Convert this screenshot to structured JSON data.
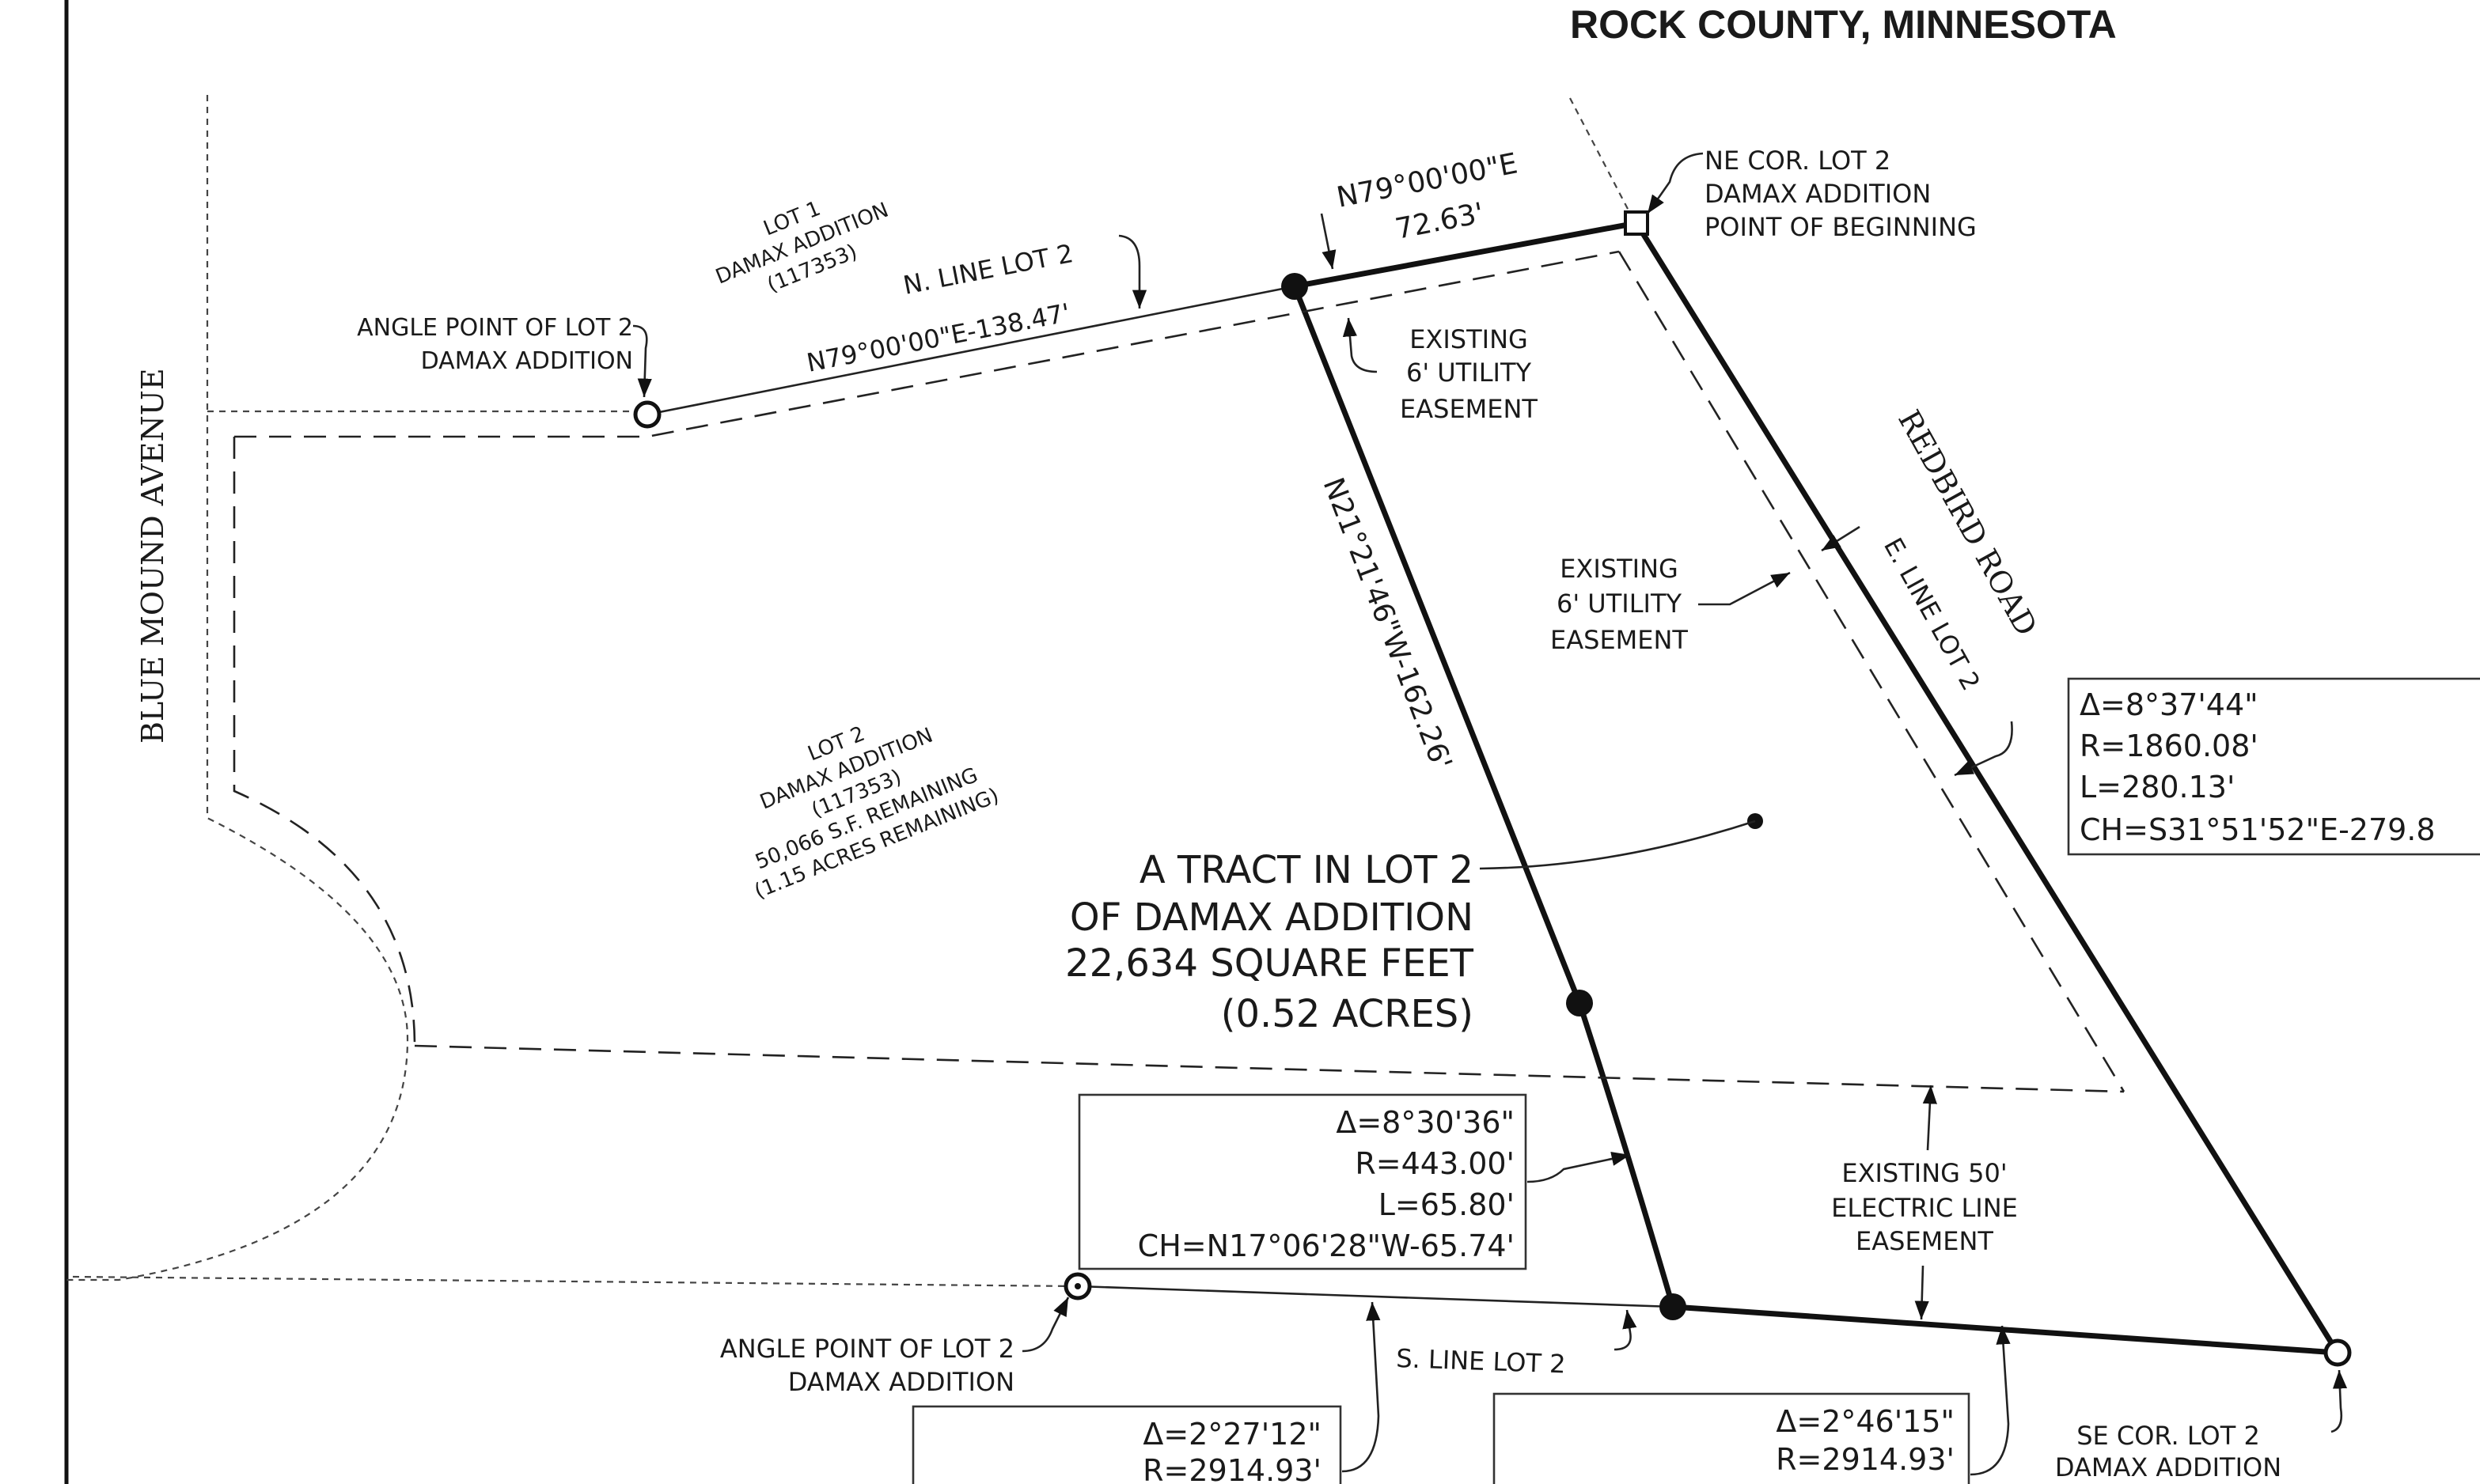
{
  "title": "ROCK COUNTY, MINNESOTA",
  "street_west": "BLUE MOUND AVENUE",
  "street_east": "REDBIRD ROAD",
  "lot1_label": [
    "LOT 1",
    "DAMAX ADDITION",
    "(117353)"
  ],
  "lot2_label": [
    "LOT 2",
    "DAMAX ADDITION",
    "(117353)",
    "50,066 S.F. REMAINING",
    "(1.15 ACRES REMAINING)"
  ],
  "tract": [
    "A TRACT IN LOT 2",
    "OF DAMAX ADDITION",
    "22,634 SQUARE FEET",
    "(0.52 ACRES)"
  ],
  "ne_corner": [
    "NE COR. LOT 2",
    "DAMAX ADDITION",
    "POINT OF BEGINNING"
  ],
  "angle_point_north": [
    "ANGLE POINT OF LOT 2",
    "DAMAX ADDITION"
  ],
  "angle_point_south": [
    "ANGLE POINT OF LOT 2",
    "DAMAX ADDITION"
  ],
  "se_corner": [
    "SE COR. LOT 2",
    "DAMAX ADDITION"
  ],
  "north_line": "N. LINE LOT 2",
  "north_line_bearing": "N79°00'00\"E-138.47'",
  "tract_north_bearing": "N79°00'00\"E",
  "tract_north_length": "72.63'",
  "tract_west_bearing": "N21°21'46\"W-162.26'",
  "east_line": "E. LINE LOT 2",
  "south_line": "S. LINE LOT 2",
  "utility_easement_north": [
    "EXISTING",
    "6' UTILITY",
    "EASEMENT"
  ],
  "utility_easement_east": [
    "EXISTING",
    "6' UTILITY",
    "EASEMENT"
  ],
  "electric_easement": [
    "EXISTING 50'",
    "ELECTRIC LINE",
    "EASEMENT"
  ],
  "curve_east": [
    "Δ=8°37'44\"",
    "R=1860.08'",
    "L=280.13'",
    "CH=S31°51'52\"E-279.8"
  ],
  "curve_west": [
    "Δ=8°30'36\"",
    "R=443.00'",
    "L=65.80'",
    "CH=N17°06'28\"W-65.74'"
  ],
  "curve_south_left": [
    "Δ=2°27'12\"",
    "R=2914.93'"
  ],
  "curve_south_right": [
    "Δ=2°46'15\"",
    "R=2914.93'"
  ],
  "colors": {
    "ink": "#111111",
    "paper": "#ffffff"
  }
}
